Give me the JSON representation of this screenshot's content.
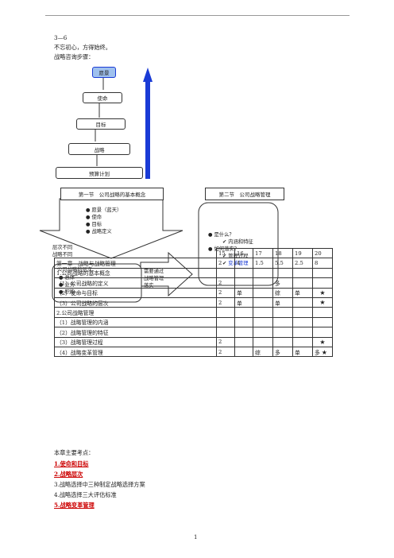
{
  "header": {
    "section": "3—6",
    "motto": "不忘初心，方得始终。",
    "steps_label": "战略咨询步骤："
  },
  "flow": [
    "愿景",
    "使命",
    "目标",
    "战略",
    "预算计划"
  ],
  "section1": {
    "title": "第一节　公司战略的基本概念",
    "bullets": [
      "愿景（蓝天）",
      "使命",
      "目标",
      "战略定义"
    ],
    "arrow_left_text": [
      "层次不同",
      "战略不同"
    ],
    "levels_title": "公司战略的层次：",
    "levels": [
      "总体",
      "业务",
      "职能"
    ],
    "to_section2": "需要通过战略管理落实"
  },
  "section2": {
    "title": "第二节　公司战略管理",
    "q1": "是什么？",
    "q1_sub": "内涵和特征",
    "q2": "如何落实？",
    "q2_sub1": "管理过程",
    "q2_sub2": "变革管理"
  },
  "table": {
    "header": [
      "",
      "15",
      "16",
      "17",
      "18",
      "19",
      "20"
    ],
    "rows": [
      [
        "第一章　战略与战略管理",
        "2",
        "4",
        "1.5",
        "5.5",
        "2.5",
        "8"
      ],
      [
        "1.公司战略的基本概念",
        "",
        "",
        "",
        "",
        "",
        ""
      ],
      [
        "（1）公司战略的定义",
        "2",
        "",
        "",
        "多",
        "",
        ""
      ],
      [
        "（2）使命与目标",
        "2",
        "单",
        "",
        "综",
        "单",
        "★"
      ],
      [
        "（3）公司战略的层次",
        "2",
        "单",
        "",
        "单",
        "",
        "★"
      ],
      [
        "2.公司战略管理",
        "",
        "",
        "",
        "",
        "",
        ""
      ],
      [
        "（1）战略管理的内涵",
        "",
        "",
        "",
        "",
        "",
        ""
      ],
      [
        "（2）战略管理的特征",
        "",
        "",
        "",
        "",
        "",
        ""
      ],
      [
        "（3）战略管理过程",
        "2",
        "",
        "",
        "",
        "",
        "★"
      ],
      [
        "（4）战略变革管理",
        "2",
        "",
        "综",
        "多",
        "单",
        "多",
        "★"
      ]
    ]
  },
  "key_points": {
    "title": "本章主要考点：",
    "items": [
      "1.使命和目标",
      "2.战略层次",
      "3.战略选择中三种制定战略选择方案",
      "4.战略选择三大评估标准",
      "5.战略变革管理"
    ],
    "highlighted": [
      true,
      true,
      false,
      false,
      true
    ]
  },
  "page_number": "1",
  "colors": {
    "accent_blue": "#1a3bd6",
    "highlight_red": "#c00000",
    "flow_first_fill": "#9fc1ee"
  }
}
